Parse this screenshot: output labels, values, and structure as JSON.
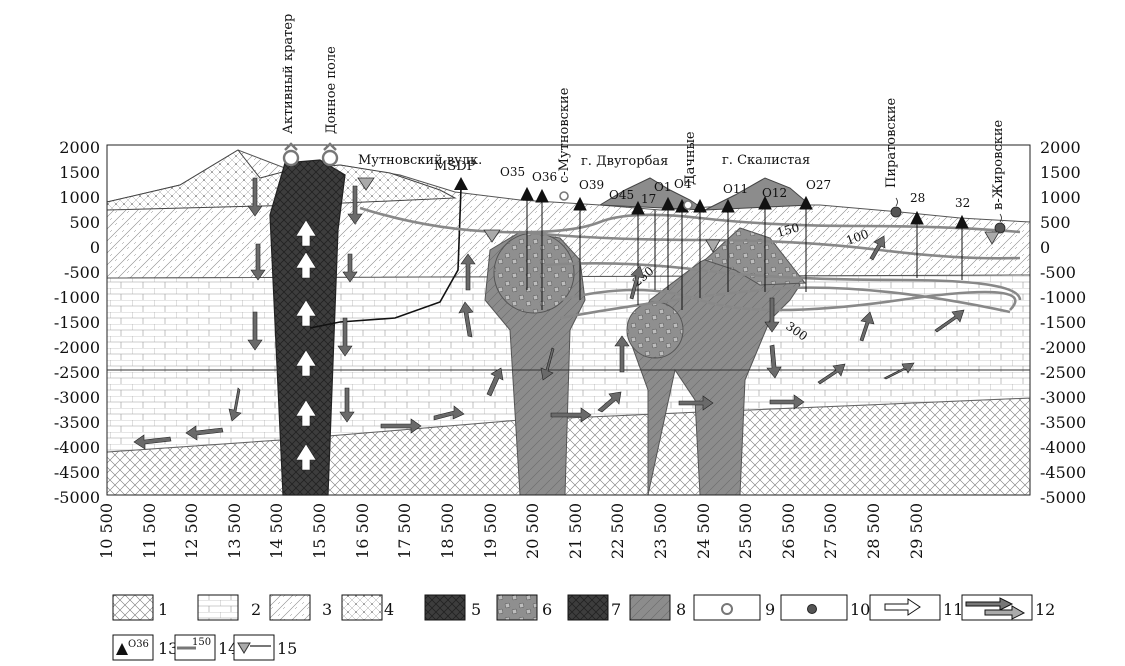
{
  "y_axis": {
    "ticks": [
      "2000",
      "1500",
      "1000",
      "500",
      "0",
      "-500",
      "-1000",
      "-1500",
      "-2000",
      "-2500",
      "-3000",
      "-3500",
      "-4000",
      "-4500",
      "-5000"
    ]
  },
  "x_axis": {
    "ticks": [
      "10 500",
      "11 500",
      "12 500",
      "13 500",
      "14 500",
      "15 500",
      "16 500",
      "17 500",
      "18 500",
      "19 500",
      "20 500",
      "21 500",
      "22 500",
      "23 500",
      "24 500",
      "25 500",
      "26 500",
      "27 500",
      "28 500",
      "29 500"
    ]
  },
  "top_labels": {
    "active_crater": "Активный кратер",
    "bottom_field": "Донное поле",
    "mutnovsky_volc": "Мутновский вулк.",
    "msdp": "MSDP",
    "s_mutnovskie": "с-Мутновские",
    "dvugorbaya": "г. Двугорбая",
    "dachnye": "Дачные",
    "skalistaya": "г. Скалистая",
    "piratovskie": "Пиратовские",
    "zhirovskie": "в-Жировские"
  },
  "wells": [
    "O35",
    "O36",
    "O39",
    "O45",
    "17",
    "O1",
    "O4",
    "O11",
    "O12",
    "O27",
    "28",
    "32"
  ],
  "isotherms": [
    "100",
    "150",
    "250",
    "300"
  ],
  "legend": [
    "1",
    "2",
    "3",
    "4",
    "5",
    "6",
    "7",
    "8",
    "9",
    "10",
    "11",
    "12",
    "13",
    "14",
    "15"
  ],
  "legend_samples": {
    "well_code": "O36",
    "isotherm_value": "150"
  },
  "colors": {
    "magma": "#3a3a3a",
    "intrusion": "#8a8a8a",
    "hatch": "#555555",
    "arrow": "#6a6a6a"
  }
}
